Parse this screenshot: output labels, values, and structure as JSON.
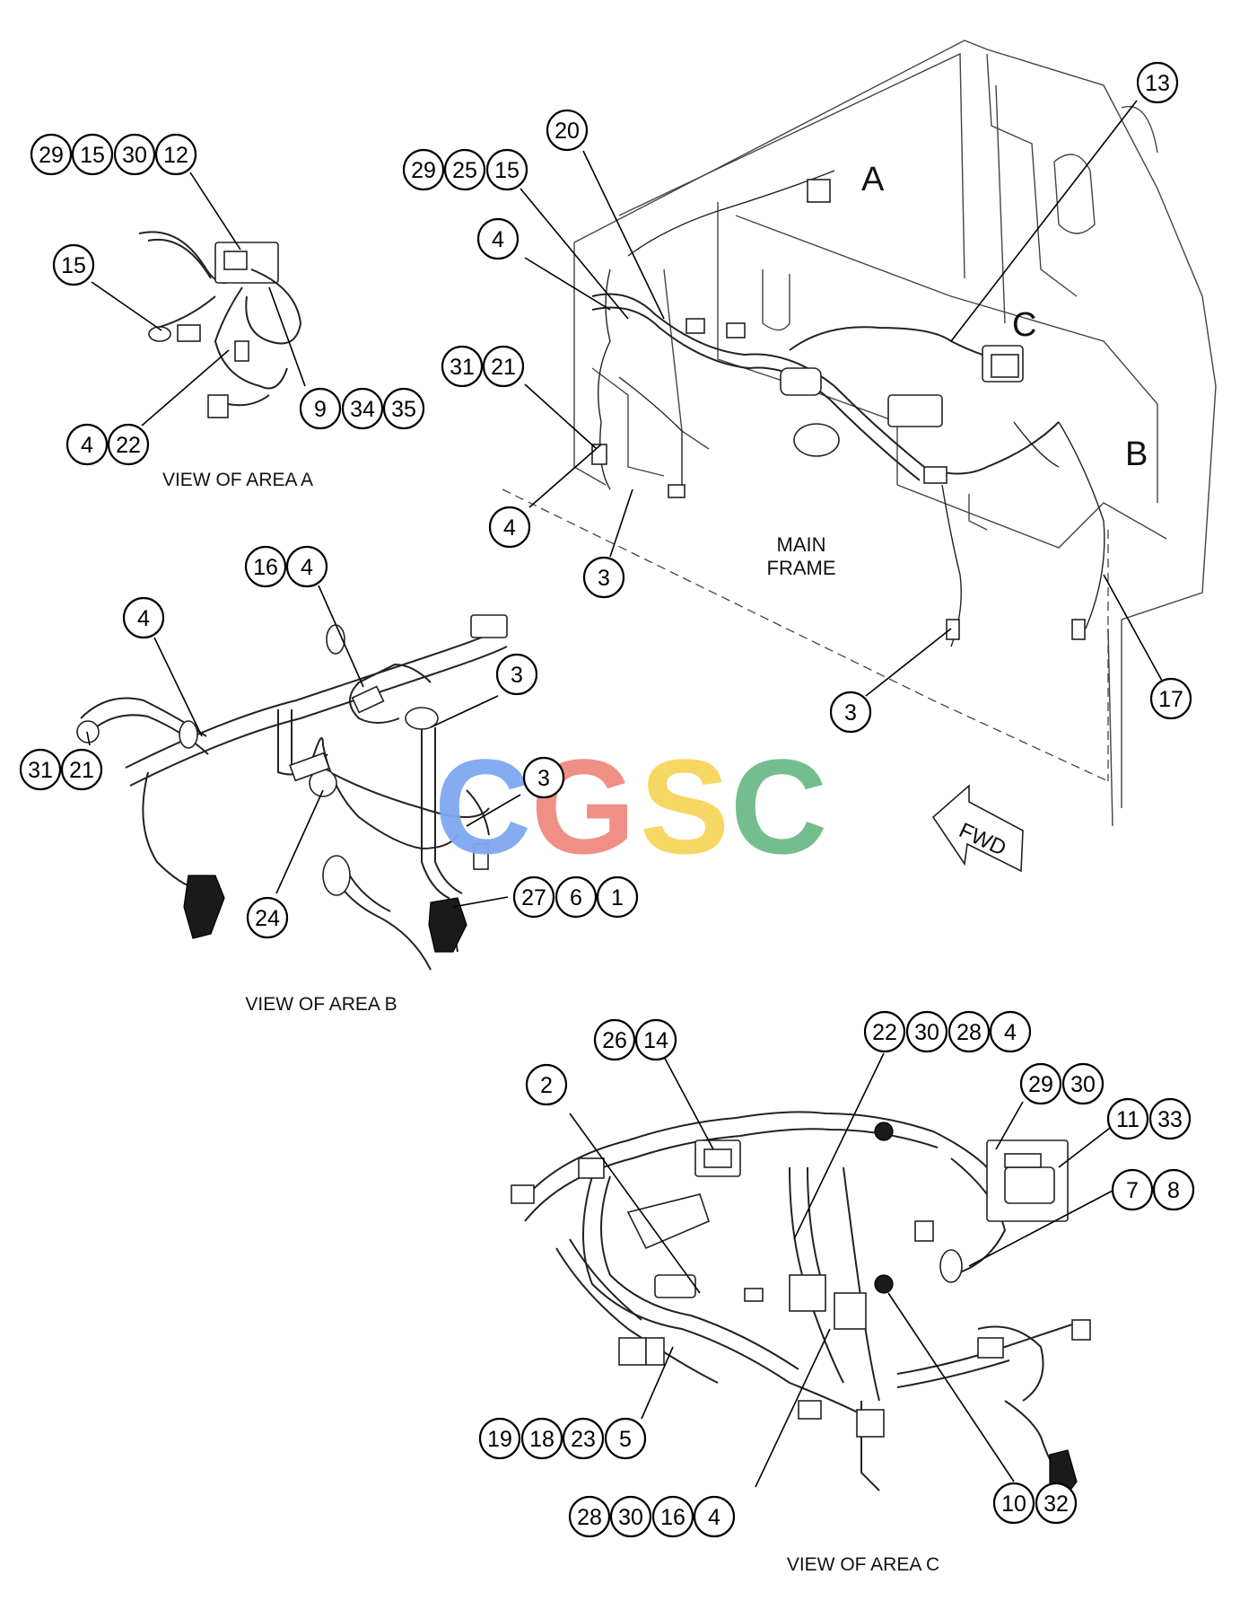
{
  "views": {
    "area_a": "VIEW OF AREA A",
    "area_b": "VIEW OF AREA B",
    "area_c": "VIEW OF AREA C"
  },
  "main": {
    "frame_line1": "MAIN",
    "frame_line2": "FRAME",
    "area_letters": [
      "A",
      "B",
      "C"
    ],
    "fwd": "FWD"
  },
  "watermark": {
    "letters": [
      "C",
      "G",
      "S",
      "C"
    ],
    "colors": [
      "#7fa8f0",
      "#f08a80",
      "#f7d55c",
      "#6dba8a"
    ]
  },
  "callouts": [
    {
      "id": "a1",
      "label": "29"
    },
    {
      "id": "a2",
      "label": "15"
    },
    {
      "id": "a3",
      "label": "30"
    },
    {
      "id": "a4",
      "label": "12"
    },
    {
      "id": "a5",
      "label": "15"
    },
    {
      "id": "a6",
      "label": "9"
    },
    {
      "id": "a7",
      "label": "34"
    },
    {
      "id": "a8",
      "label": "35"
    },
    {
      "id": "a9",
      "label": "4"
    },
    {
      "id": "a10",
      "label": "22"
    },
    {
      "id": "m1",
      "label": "29"
    },
    {
      "id": "m2",
      "label": "25"
    },
    {
      "id": "m3",
      "label": "15"
    },
    {
      "id": "m4",
      "label": "20"
    },
    {
      "id": "m5",
      "label": "13"
    },
    {
      "id": "m6",
      "label": "4"
    },
    {
      "id": "m7",
      "label": "31"
    },
    {
      "id": "m8",
      "label": "21"
    },
    {
      "id": "m9",
      "label": "4"
    },
    {
      "id": "m10",
      "label": "3"
    },
    {
      "id": "m11",
      "label": "3"
    },
    {
      "id": "m12",
      "label": "17"
    },
    {
      "id": "b1",
      "label": "16"
    },
    {
      "id": "b2",
      "label": "4"
    },
    {
      "id": "b3",
      "label": "4"
    },
    {
      "id": "b4",
      "label": "3"
    },
    {
      "id": "b5",
      "label": "31"
    },
    {
      "id": "b6",
      "label": "21"
    },
    {
      "id": "b7",
      "label": "3"
    },
    {
      "id": "b8",
      "label": "27"
    },
    {
      "id": "b9",
      "label": "6"
    },
    {
      "id": "b10",
      "label": "1"
    },
    {
      "id": "b11",
      "label": "24"
    },
    {
      "id": "c1",
      "label": "26"
    },
    {
      "id": "c2",
      "label": "14"
    },
    {
      "id": "c3",
      "label": "22"
    },
    {
      "id": "c4",
      "label": "30"
    },
    {
      "id": "c5",
      "label": "28"
    },
    {
      "id": "c6",
      "label": "4"
    },
    {
      "id": "c7",
      "label": "2"
    },
    {
      "id": "c8",
      "label": "29"
    },
    {
      "id": "c9",
      "label": "30"
    },
    {
      "id": "c10",
      "label": "11"
    },
    {
      "id": "c11",
      "label": "33"
    },
    {
      "id": "c12",
      "label": "7"
    },
    {
      "id": "c13",
      "label": "8"
    },
    {
      "id": "c14",
      "label": "19"
    },
    {
      "id": "c15",
      "label": "18"
    },
    {
      "id": "c16",
      "label": "23"
    },
    {
      "id": "c17",
      "label": "5"
    },
    {
      "id": "c18",
      "label": "28"
    },
    {
      "id": "c19",
      "label": "30"
    },
    {
      "id": "c20",
      "label": "16"
    },
    {
      "id": "c21",
      "label": "4"
    },
    {
      "id": "c22",
      "label": "10"
    },
    {
      "id": "c23",
      "label": "32"
    }
  ]
}
